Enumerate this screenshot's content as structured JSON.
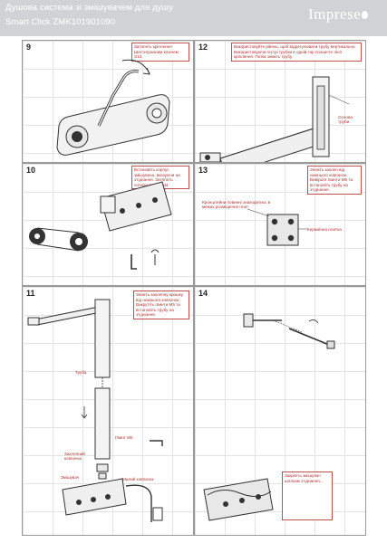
{
  "header": {
    "title": "Душова система зі змішувачем для душу",
    "subtitle": "Smart Click ZMK101901090",
    "logo": "Imprese"
  },
  "steps": [
    {
      "number": "9",
      "note": "Затягніть кріплення Шестигранним ключем S13."
    },
    {
      "number": "12",
      "note": "Використовуйте рівень, щоб відрегулювати трубу вертикально. Використовуючи гострі трубки в одній тар позначте лінії кріплення. Потім зніміть трубу."
    },
    {
      "number": "10",
      "note": "Встановіть корпус змішувача, вказуючи на з'єднання. Затягніть чотири гвинти М4."
    },
    {
      "number": "13",
      "note": "Зніміть заклеп від нижнього ковпачок. Вивірьте гвинти М5 та встановіть трубу на з'єднання."
    },
    {
      "number": "11",
      "note": "Зніміть заклепну кришку від нижнього ковпачок. Викрутіть гвинти М5 та встановіть трубу на з'єднання."
    },
    {
      "number": "14",
      "note": "Закріпіть змішувач шляхом з'єднання..."
    }
  ],
  "labels": {
    "step12_tube": "Основа труби",
    "step13_mark": "Кронштейни повинні знаходитись в межах розміщення плит",
    "step13_tile": "Керамічна плитка",
    "step11_pipe": "Труба",
    "step11_screw": "Гвинт М5",
    "step11_cap_top": "Заклепний ковпачок",
    "step11_cap_bottom": "Малий ковпачок",
    "step11_mixer": "Змішувач"
  },
  "colors": {
    "header_bg": "#d0d3d6",
    "note_red": "#b03030",
    "grid": "#e2e4e6"
  }
}
